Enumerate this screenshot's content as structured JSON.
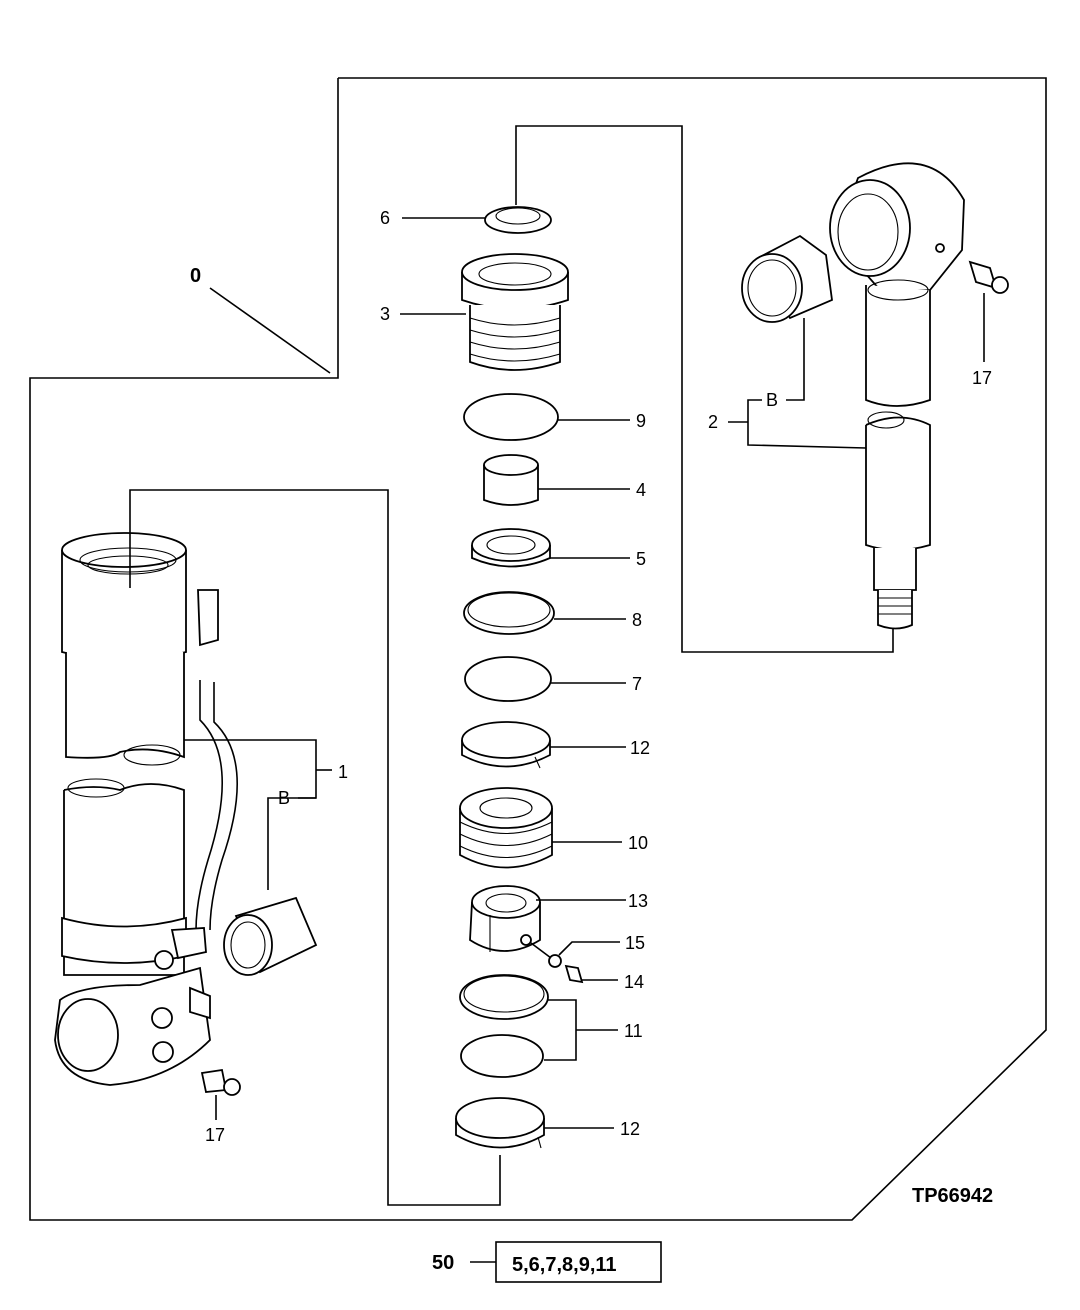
{
  "diagram": {
    "drawing_number": "TP66942",
    "callouts": {
      "c0": "0",
      "c1": "1",
      "c2": "2",
      "c3": "3",
      "c4": "4",
      "c5": "5",
      "c6": "6",
      "c7": "7",
      "c8": "8",
      "c9": "9",
      "c10": "10",
      "c11": "11",
      "c12a": "12",
      "c12b": "12",
      "c13": "13",
      "c14": "14",
      "c15": "15",
      "c17a": "17",
      "c17b": "17",
      "bLeft": "B",
      "bRight": "B"
    },
    "kit": {
      "number": "50",
      "contents": "5,6,7,8,9,11"
    }
  }
}
